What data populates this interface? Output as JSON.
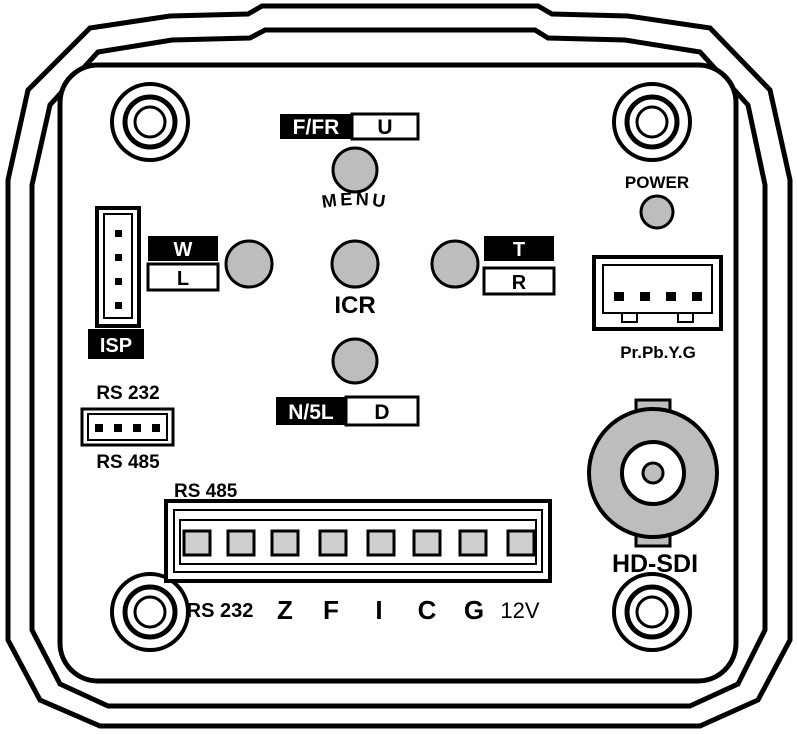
{
  "menu_buttons": {
    "up": {
      "label_dark": "F/FR",
      "label_light": "U"
    },
    "left": {
      "label_dark": "W",
      "label_light": "L"
    },
    "right": {
      "label_dark": "T",
      "label_light": "R"
    },
    "down": {
      "label_dark": "N/5L",
      "label_light": "D"
    },
    "menu_label": "MENU",
    "center_label": "ICR"
  },
  "isp_label": "ISP",
  "power_label": "POWER",
  "video_out_label": "Pr.Pb.Y.G",
  "rs_connector": {
    "top_label": "RS 232",
    "bottom_label": "RS 485"
  },
  "bnc_label": "HD-SDI",
  "terminal_block": {
    "top_label": "RS 485",
    "terminals": [
      "RS 232",
      "Z",
      "F",
      "I",
      "C",
      "G",
      "12V"
    ]
  },
  "colors": {
    "outline": "#000000",
    "button_fill": "#bdbdbd",
    "terminal_fill": "#cfcfcf",
    "label_dark_bg": "#000000",
    "label_dark_text": "#ffffff"
  }
}
